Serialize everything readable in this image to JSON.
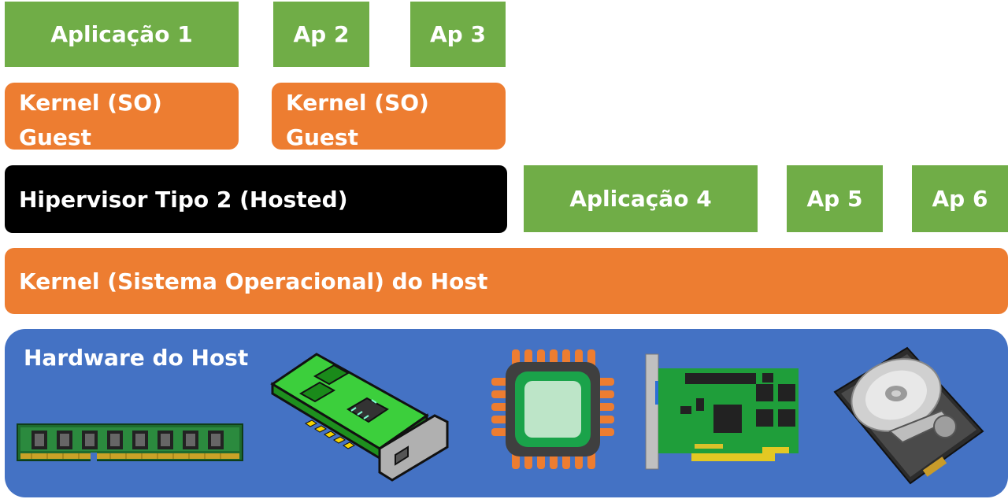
{
  "apps_top": [
    {
      "label": "Aplicação 1"
    },
    {
      "label": "Ap 2"
    },
    {
      "label": "Ap 3"
    }
  ],
  "guest_kernels": [
    {
      "line1": "Kernel (SO)",
      "line2": "Guest"
    },
    {
      "line1": "Kernel (SO)",
      "line2": "Guest"
    }
  ],
  "hypervisor": {
    "label": "Hipervisor Tipo 2 (Hosted)"
  },
  "apps_host": [
    {
      "label": "Aplicação 4"
    },
    {
      "label": "Ap 5"
    },
    {
      "label": "Ap 6"
    }
  ],
  "host_kernel": {
    "label": "Kernel (Sistema Operacional) do Host"
  },
  "hardware": {
    "label": "Hardware do Host",
    "components": [
      "ram-module-icon",
      "network-card-icon",
      "cpu-chip-icon",
      "expansion-card-icon",
      "hard-drive-icon"
    ]
  },
  "colors": {
    "green": "#70ad47",
    "orange": "#ed7d31",
    "black": "#000000",
    "blue": "#4472c4",
    "text": "#ffffff"
  }
}
